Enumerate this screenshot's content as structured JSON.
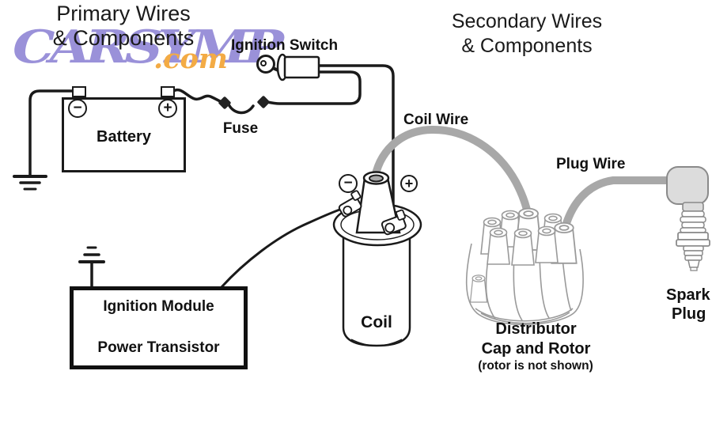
{
  "watermark": {
    "brand": "CARSYMP",
    "tld": ".com",
    "purple": "#8d82d4",
    "orange": "#f3ab45"
  },
  "titles": {
    "primary": {
      "line1": "Primary Wires",
      "line2": "& Components"
    },
    "secondary": {
      "line1": "Secondary Wires",
      "line2": "& Components"
    }
  },
  "labels": {
    "ignition_switch": "Ignition Switch",
    "battery": "Battery",
    "fuse": "Fuse",
    "coil_wire": "Coil Wire",
    "plug_wire": "Plug Wire",
    "coil": "Coil",
    "module_line1": "Ignition Module",
    "module_line2": "Power Transistor",
    "distributor_line1": "Distributor",
    "distributor_line2": "Cap and Rotor",
    "distributor_line3": "(rotor is not shown)",
    "spark_line1": "Spark",
    "spark_line2": "Plug"
  },
  "symbols": {
    "minus": "−",
    "plus": "+"
  },
  "colors": {
    "line_black": "#1a1a1a",
    "wire_gray": "#a8a8a8",
    "distributor_gray": "#9a9a9a",
    "spark_plug_gray": "#8a8a8a",
    "boot_fill": "#dcdcdc"
  }
}
